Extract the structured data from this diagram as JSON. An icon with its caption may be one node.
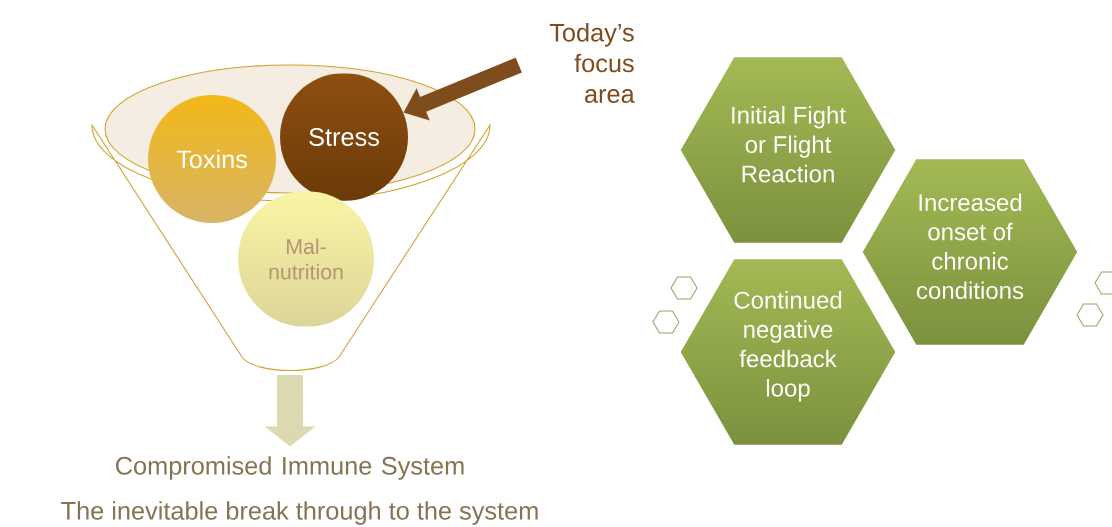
{
  "diagram": {
    "nodes": [
      {
        "text": [],
        "shape": "funnel"
      },
      {
        "text": [
          "Toxins"
        ],
        "in": 0
      },
      {
        "text": [
          "Stress"
        ],
        "in": 0
      },
      {
        "text": [
          "Mal- nutrition"
        ],
        "in": 0
      },
      {
        "text": [
          "Today’s focus area"
        ]
      },
      {
        "text": [
          "Compromised Immune System"
        ]
      },
      {
        "text": [
          "Initial Fight or Flight Reaction"
        ]
      },
      {
        "text": [
          "Increased onset of chronic conditions"
        ]
      },
      {
        "text": [
          "Continued negative feedback loop"
        ]
      }
    ],
    "edges": [
      {
        "from": 4,
        "to": 2,
        "arrow": "to",
        "color": "#7f4c1e"
      },
      {
        "from": 0,
        "to": 5,
        "arrow": "to",
        "color": "#dcd8b0"
      }
    ],
    "labels": [
      "The inevitable break through to the system"
    ]
  }
}
